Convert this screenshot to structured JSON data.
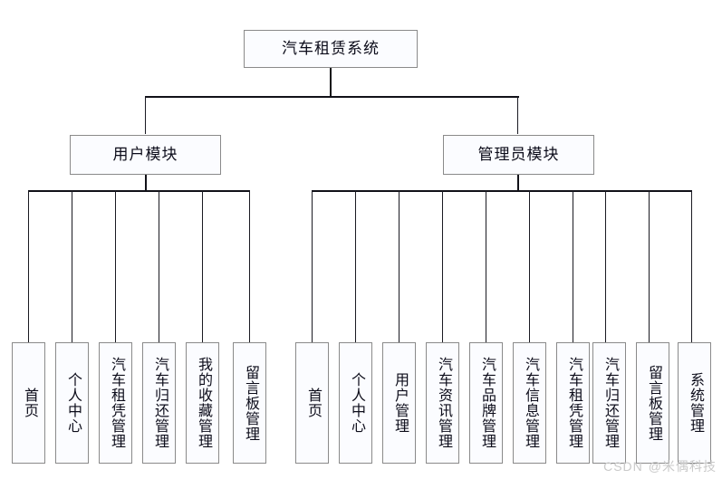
{
  "diagram": {
    "type": "tree-hierarchy",
    "root": {
      "label": "汽车租赁系统"
    },
    "branches": [
      {
        "label": "用户模块",
        "children": [
          {
            "label": "首页"
          },
          {
            "label": "个人中心"
          },
          {
            "label": "汽车租凭管理"
          },
          {
            "label": "汽车归还管理"
          },
          {
            "label": "我的收藏管理"
          },
          {
            "label": "留言板管理"
          }
        ]
      },
      {
        "label": "管理员模块",
        "children": [
          {
            "label": "首页"
          },
          {
            "label": "个人中心"
          },
          {
            "label": "用户管理"
          },
          {
            "label": "汽车资讯管理"
          },
          {
            "label": "汽车品牌管理"
          },
          {
            "label": "汽车信息管理"
          },
          {
            "label": "汽车租凭管理"
          },
          {
            "label": "汽车归还管理"
          },
          {
            "label": "留言板管理"
          },
          {
            "label": "系统管理"
          }
        ]
      }
    ],
    "colors": {
      "box_border": "#8a8a8a",
      "box_fill": "#fbfcff",
      "connector": "#111118",
      "text": "#0c0c1a",
      "watermark": "#c9c9c9"
    }
  },
  "watermark": {
    "brand": "CSDN",
    "author": "@米偶科技"
  }
}
